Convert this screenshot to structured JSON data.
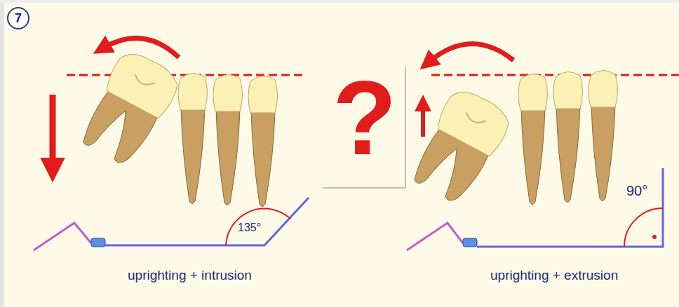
{
  "diagram": {
    "nodes": [
      {
        "text": [
          "7"
        ]
      }
    ],
    "labels": [
      "?",
      "135°",
      "90°",
      "uprighting + intrusion",
      "uprighting + extrusion"
    ]
  }
}
